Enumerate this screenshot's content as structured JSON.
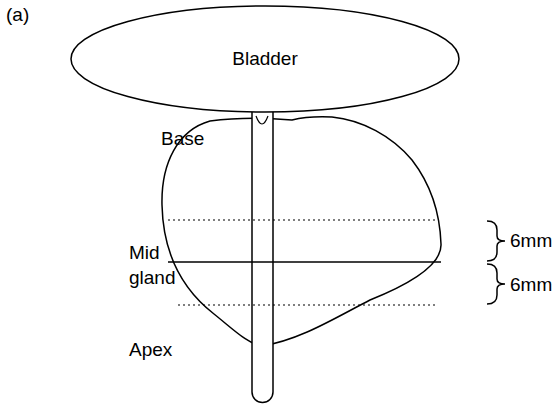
{
  "diagram": {
    "nodes": [
      {
        "text": [
          "Bladder"
        ]
      }
    ],
    "labels": [
      "(a)",
      "Base",
      "Mid gland",
      "Apex",
      "6mm",
      "6mm"
    ]
  }
}
